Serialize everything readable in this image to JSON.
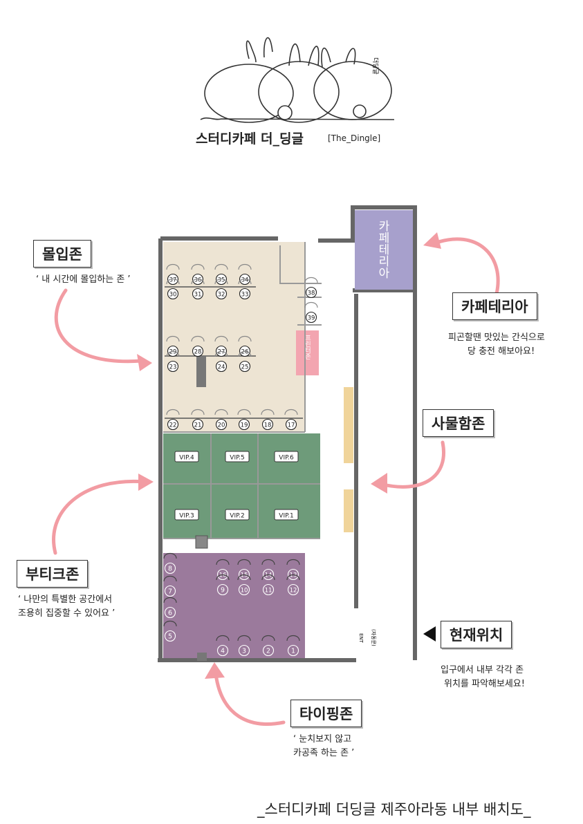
{
  "header": {
    "brand_korean": "스터디카페 더_딩글",
    "brand_english": "[The_Dingle]",
    "logo_small_text": "더딩글"
  },
  "zones": {
    "immersion": {
      "label": "몰입존",
      "note": "‘ 내 시간에 몰입하는 존 ’"
    },
    "cafeteria": {
      "label": "카페테리아",
      "note_lines": [
        "피곤할땐 맛있는 간식으로",
        "당 충전 해보아요!"
      ],
      "room_text": "카페테리아"
    },
    "locker": {
      "label": "사물함존"
    },
    "boutique": {
      "label": "부티크존",
      "note_lines": [
        "‘ 나만의 특별한 공간에서",
        "조용히 집중할 수 있어요 ’"
      ]
    },
    "current": {
      "label": "현재위치",
      "note_lines": [
        "입구에서 내부 각각 존",
        "위치를 파악해보세요!"
      ]
    },
    "typing": {
      "label": "타이핑존",
      "note_lines": [
        "‘ 눈치보지 않고",
        "카공족 하는 존 ’"
      ]
    }
  },
  "floorplan": {
    "vip_rooms": [
      "VIP.4",
      "VIP.5",
      "VIP.6",
      "VIP.3",
      "VIP.2",
      "VIP.1"
    ],
    "pink_room": "프린터존",
    "entrance": "ENT",
    "entrance_sub": "(자동문)",
    "immersion_rows": [
      [
        "37",
        "36",
        "35",
        "34"
      ],
      [
        "30",
        "31",
        "32",
        "33"
      ],
      [
        "29",
        "28",
        "27",
        "26"
      ],
      [
        "23",
        "24",
        "25"
      ],
      [
        "22",
        "21",
        "20",
        "19",
        "18",
        "17"
      ]
    ],
    "side_seats": [
      "38",
      "39"
    ],
    "typing_left": [
      "8",
      "7",
      "6",
      "5"
    ],
    "typing_rows": [
      [
        "16",
        "15",
        "14",
        "13"
      ],
      [
        "9",
        "10",
        "11",
        "12"
      ],
      [
        "4",
        "3",
        "2",
        "1"
      ]
    ]
  },
  "colors": {
    "immersion": "#ede4d3",
    "boutique": "#6e9b7a",
    "typing": "#9b7a9c",
    "cafeteria": "#a7a0cc",
    "pink": "#f3a5b0",
    "locker": "#f0d49a",
    "arrow": "#f29ca3",
    "wall": "#666666"
  },
  "footer": "_스터디카페 더딩글 제주아라동 내부 배치도_"
}
